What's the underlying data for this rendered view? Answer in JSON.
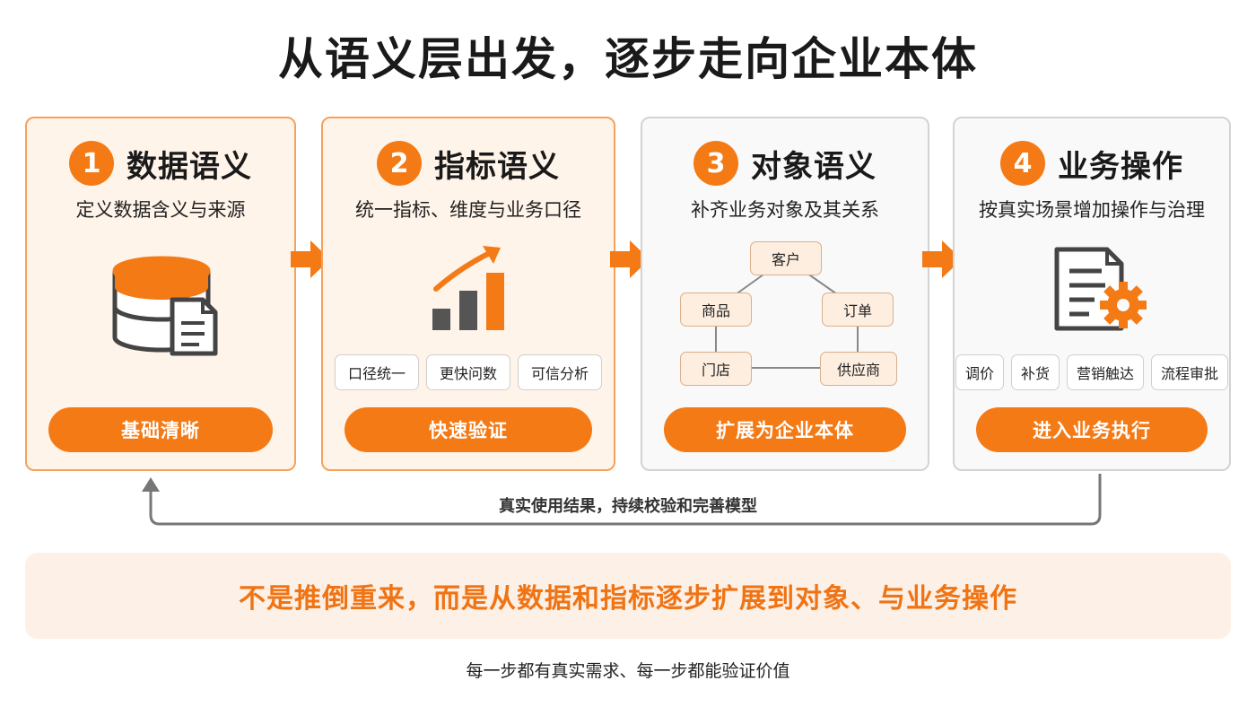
{
  "title": "从语义层出发，逐步走向企业本体",
  "colors": {
    "accent": "#f47a16",
    "card_active_bg": "#fff4ea",
    "card_inactive_bg": "#f9f9f9",
    "banner_bg": "#fdf0e6"
  },
  "steps": [
    {
      "number": "1",
      "title": "数据语义",
      "subtitle": "定义数据含义与来源",
      "icon": "database-document-icon",
      "button": "基础清晰"
    },
    {
      "number": "2",
      "title": "指标语义",
      "subtitle": "统一指标、维度与业务口径",
      "icon": "bar-chart-growth-icon",
      "tags": [
        "口径统一",
        "更快问数",
        "可信分析"
      ],
      "button": "快速验证"
    },
    {
      "number": "3",
      "title": "对象语义",
      "subtitle": "补齐业务对象及其关系",
      "icon": "object-graph-icon",
      "nodes": [
        "客户",
        "商品",
        "订单",
        "门店",
        "供应商"
      ],
      "button": "扩展为企业本体"
    },
    {
      "number": "4",
      "title": "业务操作",
      "subtitle": "按真实场景增加操作与治理",
      "icon": "document-gear-icon",
      "tags": [
        "调价",
        "补货",
        "营销触达",
        "流程审批"
      ],
      "button": "进入业务执行"
    }
  ],
  "feedback": "真实使用结果，持续校验和完善模型",
  "banner": "不是推倒重来，而是从数据和指标逐步扩展到对象、与业务操作",
  "footnote": "每一步都有真实需求、每一步都能验证价值"
}
